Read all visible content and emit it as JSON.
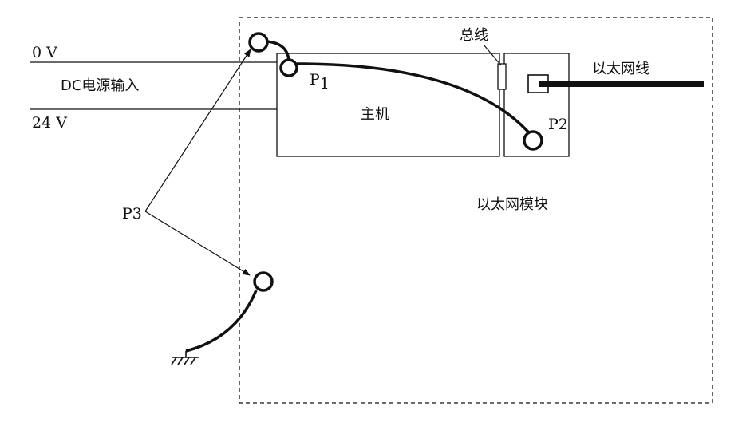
{
  "labels": {
    "zero_v": "0 V",
    "dc_input": "DC电源输入",
    "v24": "24 V",
    "p1": "P",
    "p1_sub": "1",
    "host": "主机",
    "bus": "总线",
    "ethernet_cable": "以太网线",
    "p2": "P2",
    "ethernet_module": "以太网模块",
    "p3": "P3"
  },
  "colors": {
    "line": "#111111",
    "background": "#ffffff"
  },
  "icons": {
    "ground": "ground-icon"
  }
}
